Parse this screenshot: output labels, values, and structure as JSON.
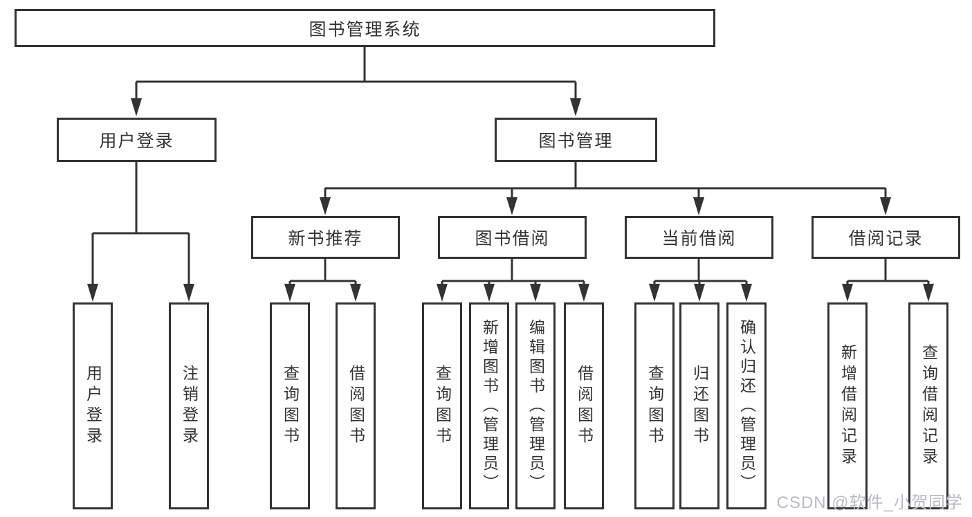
{
  "colors": {
    "line": "#333333",
    "box_border": "#333333",
    "text": "#333333",
    "watermark": "#b7bbc2",
    "background": "#ffffff"
  },
  "watermark": "CSDN @软件_小贺同学",
  "tree": {
    "root": {
      "label": "图书管理系统",
      "children": [
        {
          "label": "用户登录",
          "children": [
            {
              "label": "用户登录"
            },
            {
              "label": "注销登录"
            }
          ]
        },
        {
          "label": "图书管理",
          "children": [
            {
              "label": "新书推荐",
              "children": [
                {
                  "label": "查询图书"
                },
                {
                  "label": "借阅图书"
                }
              ]
            },
            {
              "label": "图书借阅",
              "children": [
                {
                  "label": "查询图书"
                },
                {
                  "label": "新增图书（管理员）"
                },
                {
                  "label": "编辑图书（管理员）"
                },
                {
                  "label": "借阅图书"
                }
              ]
            },
            {
              "label": "当前借阅",
              "children": [
                {
                  "label": "查询图书"
                },
                {
                  "label": "归还图书"
                },
                {
                  "label": "确认归还（管理员）"
                }
              ]
            },
            {
              "label": "借阅记录",
              "children": [
                {
                  "label": "新增借阅记录"
                },
                {
                  "label": "查询借阅记录"
                }
              ]
            }
          ]
        }
      ]
    }
  }
}
